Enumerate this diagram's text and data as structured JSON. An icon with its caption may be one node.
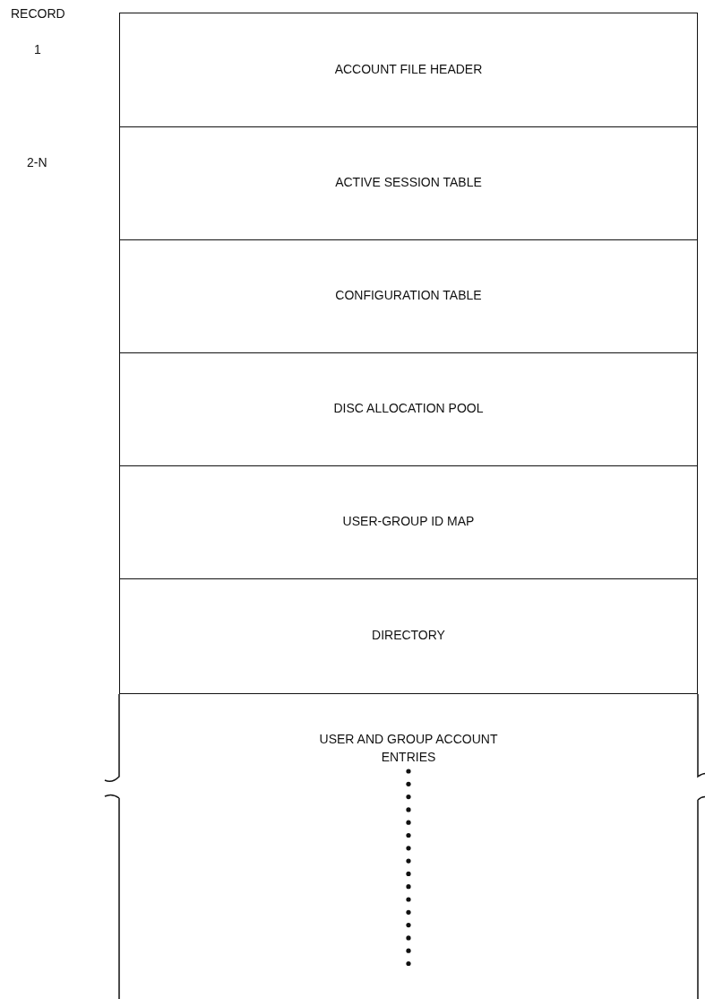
{
  "diagram": {
    "nodes": [
      {
        "text": [
          "ACCOUNT FILE HEADER"
        ]
      },
      {
        "text": [
          "ACTIVE SESSION TABLE"
        ]
      },
      {
        "text": [
          "CONFIGURATION TABLE"
        ]
      },
      {
        "text": [
          "DISC ALLOCATION POOL"
        ]
      },
      {
        "text": [
          "USER-GROUP ID MAP"
        ]
      },
      {
        "text": [
          "DIRECTORY"
        ]
      },
      {
        "text": [
          "USER AND GROUP ACCOUNT ENTRIES"
        ]
      }
    ],
    "labels": [
      "RECORD",
      "1",
      "2-N"
    ]
  }
}
